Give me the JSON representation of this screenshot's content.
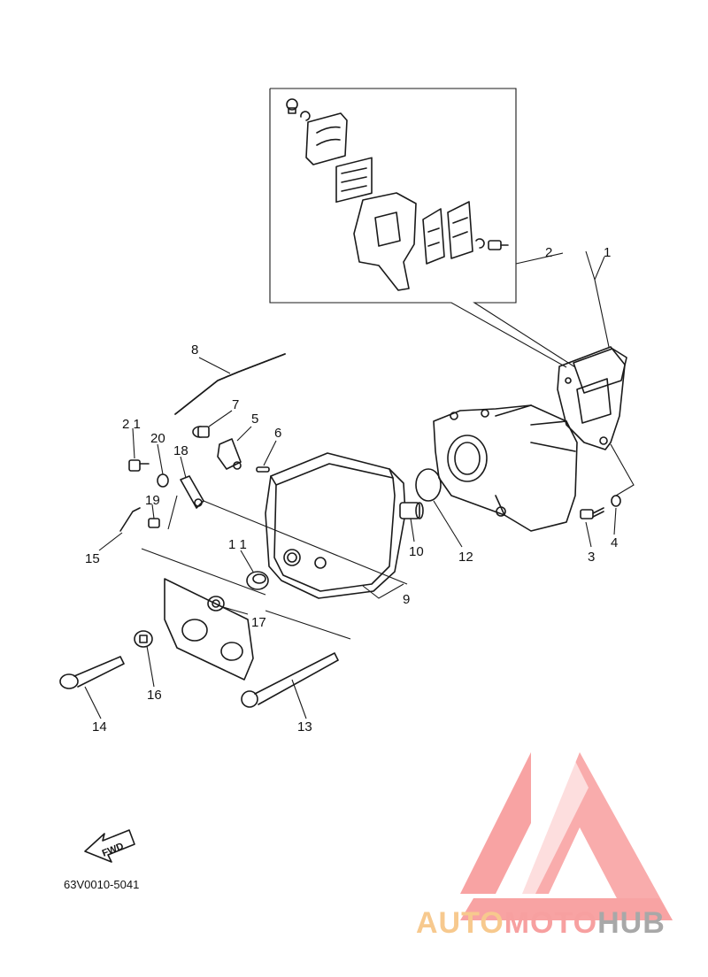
{
  "diagram": {
    "callouts": [
      {
        "id": "c1",
        "label": "1"
      },
      {
        "id": "c2",
        "label": "2"
      },
      {
        "id": "c3",
        "label": "3"
      },
      {
        "id": "c4",
        "label": "4"
      },
      {
        "id": "c5",
        "label": "5"
      },
      {
        "id": "c6",
        "label": "6"
      },
      {
        "id": "c7",
        "label": "7"
      },
      {
        "id": "c8",
        "label": "8"
      },
      {
        "id": "c9",
        "label": "9"
      },
      {
        "id": "c10",
        "label": "10"
      },
      {
        "id": "c11",
        "label": "1 1"
      },
      {
        "id": "c12",
        "label": "12"
      },
      {
        "id": "c13",
        "label": "13"
      },
      {
        "id": "c14",
        "label": "14"
      },
      {
        "id": "c15",
        "label": "15"
      },
      {
        "id": "c16",
        "label": "16"
      },
      {
        "id": "c17",
        "label": "17"
      },
      {
        "id": "c18",
        "label": "18"
      },
      {
        "id": "c19",
        "label": "19"
      },
      {
        "id": "c20",
        "label": "20"
      },
      {
        "id": "c21",
        "label": "2 1"
      }
    ],
    "fwd_label": "FWD",
    "drawing_code": "63V0010-5041"
  },
  "watermark": {
    "part1": "AUTO",
    "part2": "MOTO",
    "part3": "HUB",
    "colors": {
      "auto": "#f7c98e",
      "moto": "#f7a0a0",
      "hub": "#a8a8a8",
      "logo": "#f8a3a3"
    }
  }
}
